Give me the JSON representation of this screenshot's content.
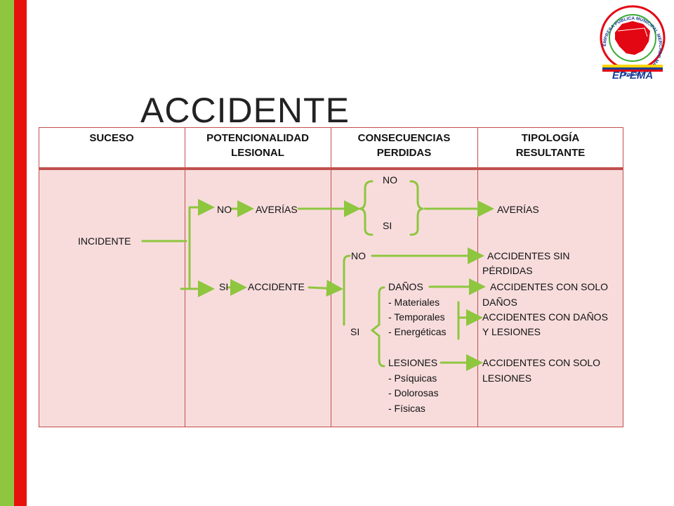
{
  "title": "ACCIDENTE",
  "logo": {
    "ring_text": "EMPRESA PÚBLICA MUNICIPAL MERCADO MAYORISTA AMBATO",
    "brand": "EP-EMA",
    "colors": {
      "ring": "#e30613",
      "green": "#3aa935",
      "yellow": "#ffd400",
      "blue": "#1b3f95"
    }
  },
  "colors": {
    "accent_green": "#8ec63f",
    "accent_red": "#e8120c",
    "table_border": "#c0504d",
    "row_fill": "#f8dcdc",
    "arrow": "#8ec63f"
  },
  "headers": {
    "suceso": "SUCESO",
    "potencialidad_1": "POTENCIONALIDAD",
    "potencialidad_2": "LESIONAL",
    "consecuencias_1": "CONSECUENCIAS",
    "consecuencias_2": "PERDIDAS",
    "tipologia_1": "TIPOLOGÍA",
    "tipologia_2": "RESULTANTE"
  },
  "suceso": {
    "incidente": "INCIDENTE"
  },
  "potencialidad": {
    "no": "NO",
    "averias": "AVERÍAS",
    "si": "SI",
    "accidente": "ACCIDENTE"
  },
  "consecuencias": {
    "no_top": "NO",
    "si_top": "SI",
    "no_mid": "NO",
    "si_mid": "SI",
    "danos": "DAÑOS",
    "danos_items": [
      "- Materiales",
      "- Temporales",
      "- Energéticas"
    ],
    "lesiones": "LESIONES",
    "lesiones_items": [
      "- Psíquicas",
      "- Dolorosas",
      "- Físicas"
    ]
  },
  "tipologia": {
    "averias": "AVERÍAS",
    "sin_perdidas_1": "ACCIDENTES SIN",
    "sin_perdidas_2": "PÉRDIDAS",
    "solo_danos_1": "ACCIDENTES CON SOLO",
    "solo_danos_2": "DAÑOS",
    "danos_lesiones_1": "ACCIDENTES CON DAÑOS",
    "danos_lesiones_2": "Y LESIONES",
    "solo_lesiones_1": "ACCIDENTES CON SOLO",
    "solo_lesiones_2": "LESIONES"
  }
}
